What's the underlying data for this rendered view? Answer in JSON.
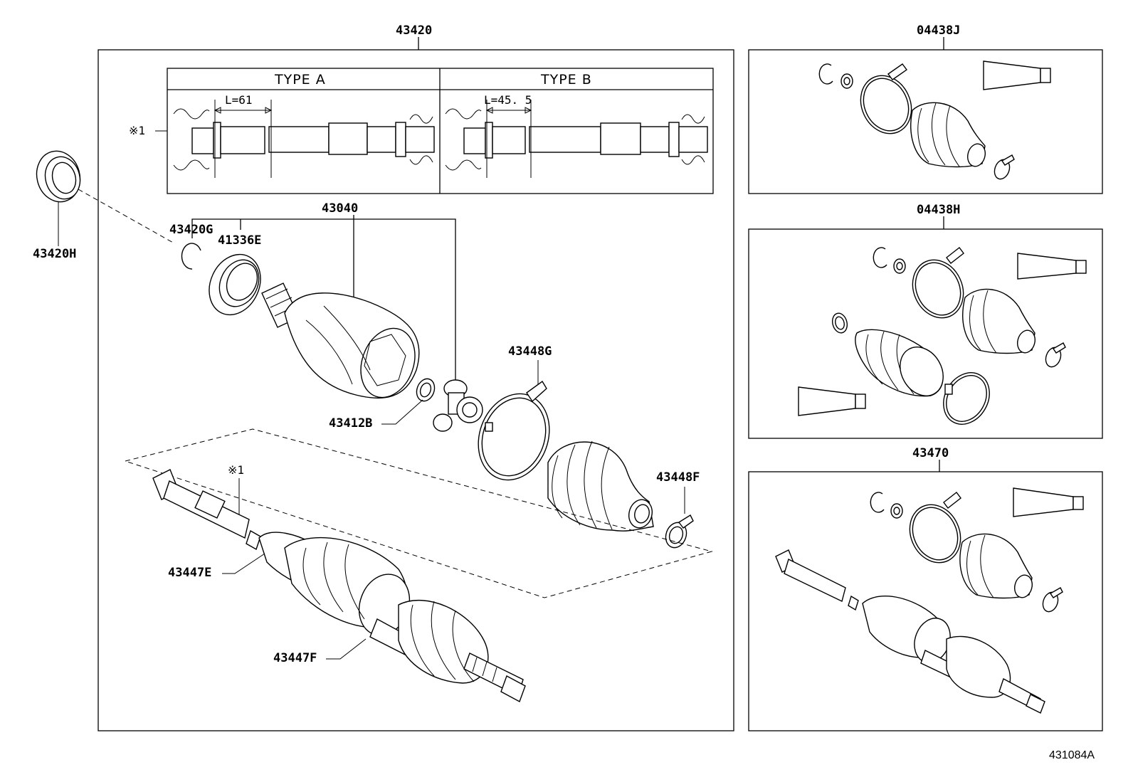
{
  "labels": {
    "assembly_main": "43420",
    "kit_j": "04438J",
    "kit_h": "04438H",
    "kit_shaft": "43470",
    "bearing": "43420H",
    "snap_ring": "43420G",
    "dust_seal": "41336E",
    "outboard_joint": "43040",
    "circlip": "43412B",
    "clamp_large": "43448G",
    "clamp_small": "43448F",
    "shaft_clamp_a": "43447E",
    "shaft_clamp_b": "43447F",
    "note_marker": "※1",
    "reference": "431084A"
  },
  "types": {
    "type_a": "TYPE A",
    "type_b": "TYPE B",
    "dim_a": "L=61",
    "dim_b": "L=45. 5"
  }
}
